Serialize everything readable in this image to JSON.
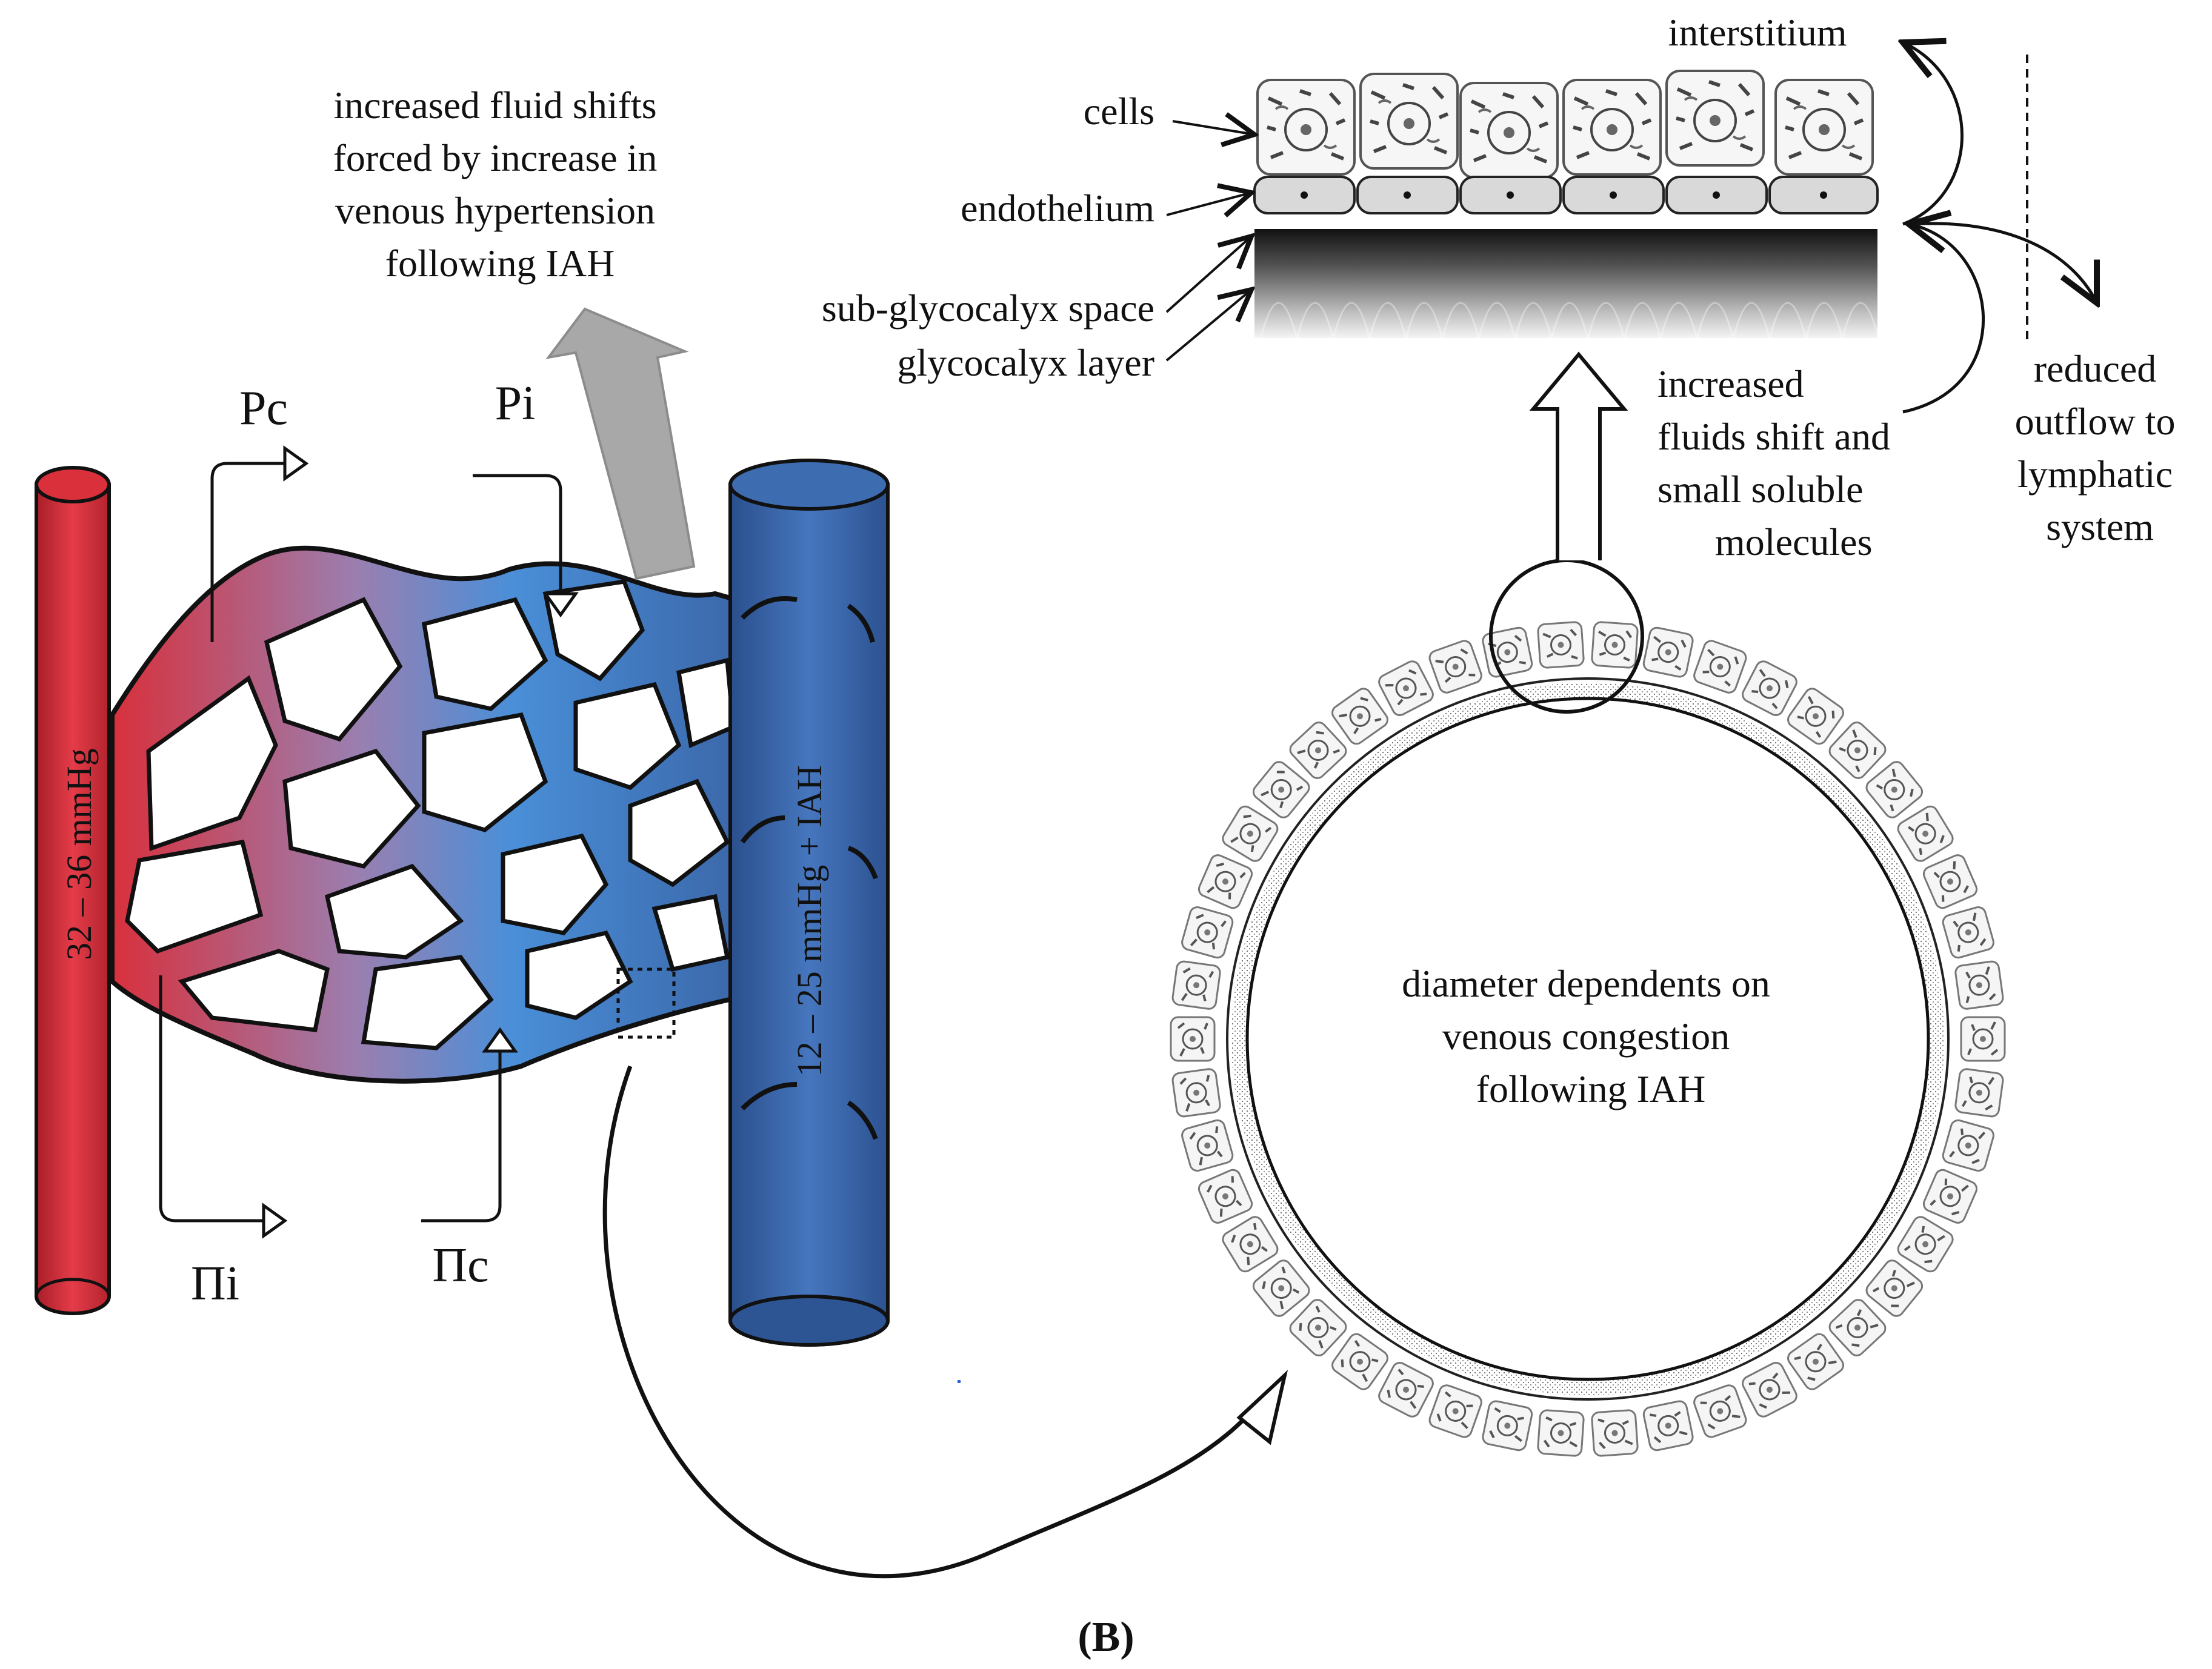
{
  "labels": {
    "fluid_shift_note": [
      "increased fluid shifts",
      "forced by increase in",
      "venous hypertension",
      "following IAH"
    ],
    "pc": "Pc",
    "pi": "Pi",
    "pii": "Πi",
    "pic": "Πc",
    "arterial_pressure": "32 – 36 mmHg",
    "venous_pressure": "12 – 25 mmHg + IAH",
    "interstitium": "interstitium",
    "cells": "cells",
    "endothelium": "endothelium",
    "sub_glycocalyx": "sub-glycocalyx space",
    "glycocalyx": "glycocalyx layer",
    "shift_note": [
      "increased",
      "fluids shift and",
      "small soluble",
      "molecules"
    ],
    "lymph_note": [
      "reduced",
      "outflow to",
      "lymphatic",
      "system"
    ],
    "diameter_note": [
      "diameter dependents on",
      "venous congestion",
      "following IAH"
    ],
    "panel": "(B)"
  },
  "colors": {
    "arterial": "#d8303c",
    "venous": "#3a64a6",
    "capillary_mid": "#9a7fb0",
    "capillary_venous": "#4a8fd8",
    "big_arrow": "#a8a8a8"
  }
}
